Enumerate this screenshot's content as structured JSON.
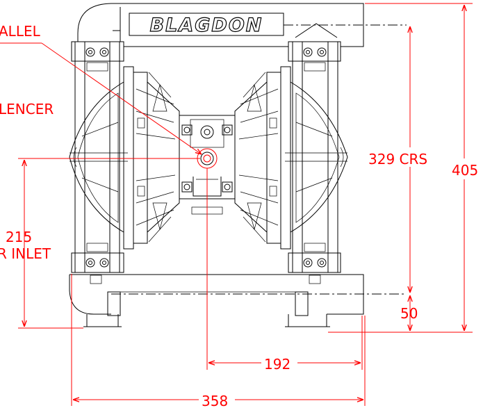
{
  "brand_logo": "BLAGDON",
  "callouts": {
    "exhaust_thread": "ALLEL",
    "silencer": "LENCER",
    "air_inlet_height": "215",
    "air_inlet_label": "R  INLET"
  },
  "dimensions": {
    "centres": "329  CRS",
    "overall_height": "405",
    "base_height": "50",
    "inlet_offset": "192",
    "overall_width": "358"
  },
  "colors": {
    "outline": "#000000",
    "dimension": "#ff0000",
    "background": "#ffffff"
  }
}
